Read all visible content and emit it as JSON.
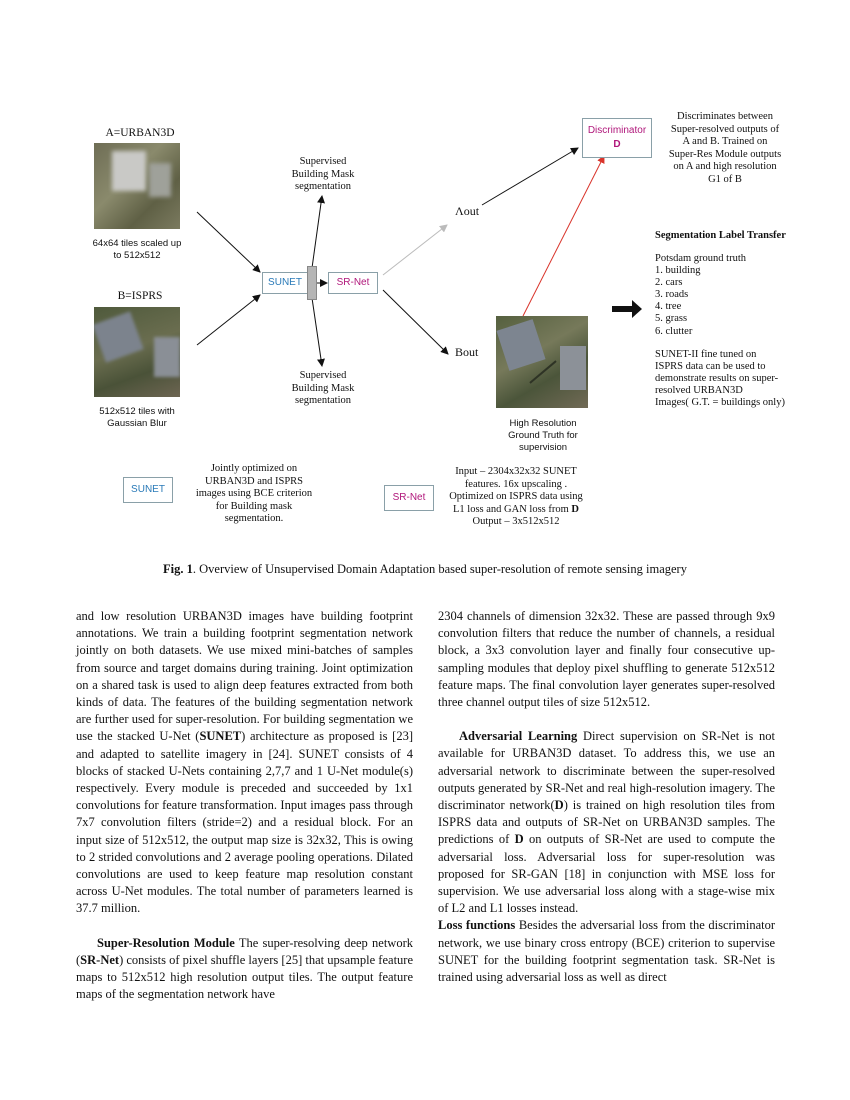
{
  "figure": {
    "label_a": "A=URBAN3D",
    "tile_a_caption": [
      "64x64 tiles scaled up",
      "to 512x512"
    ],
    "label_b": "B=ISPRS",
    "tile_b_caption": [
      "512x512 tiles with",
      "Gaussian Blur"
    ],
    "seg_top": [
      "Supervised",
      "Building Mask",
      "segmentation"
    ],
    "seg_bottom": [
      "Supervised",
      "Building Mask",
      "segmentation"
    ],
    "sunet_box": "SUNET",
    "srnet_box": "SR-Net",
    "a_out": "Λout",
    "b_out": "Bout",
    "disc_box_line1": "Discriminator",
    "disc_box_line2": "D",
    "disc_desc": [
      "Discriminates between",
      "Super-resolved outputs of",
      "A and B. Trained on",
      "Super-Res Module outputs",
      "on A and high resolution",
      "G1 of B"
    ],
    "hr_caption": [
      "High Resolution",
      "Ground Truth for",
      "supervision"
    ],
    "label_transfer_title": "Segmentation Label Transfer",
    "potsdam": "Potsdam ground truth",
    "classes": [
      "1.  building",
      "2.  cars",
      "3.  roads",
      "4.  tree",
      "5.  grass",
      "6.  clutter"
    ],
    "sunet2_note": [
      "SUNET-II fine tuned on",
      "ISPRS  data can be used to",
      "demonstrate results on super-",
      "resolved URBAN3D",
      "Images( G.T. = buildings only)"
    ],
    "legend_sunet": "SUNET",
    "legend_sunet_desc": [
      "Jointly optimized on",
      "URBAN3D and ISPRS",
      "images using BCE criterion",
      "for Building mask",
      "segmentation."
    ],
    "legend_srnet": "SR-Net",
    "legend_srnet_desc_1": "Input – 2304x32x32 SUNET",
    "legend_srnet_desc_2": "features. 16x upscaling .",
    "legend_srnet_desc_3": "Optimized on ISPRS data using",
    "legend_srnet_desc_4a": "L1 loss and GAN loss from ",
    "legend_srnet_desc_4b": "D",
    "legend_srnet_desc_5": "Output – 3x512x512",
    "colors": {
      "sunet": "#2a7ab8",
      "srnet": "#b0167a",
      "disc": "#b0167a",
      "red_arrow": "#d9342b"
    }
  },
  "caption": {
    "label": "Fig. 1",
    "text": ". Overview of Unsupervised Domain Adaptation based super-resolution of remote sensing imagery"
  },
  "left_col": {
    "p1_a": "and low resolution URBAN3D images have building footprint annotations. We train a building footprint segmentation network jointly on both datasets. We use mixed mini-batches of samples from source and target domains during training. Joint optimization on a shared task is used to align deep features extracted from both kinds of data. The features of the building segmentation network are further used for super-resolution. For building segmentation we use the stacked U-Net (",
    "p1_b": "SUNET",
    "p1_c": ") architecture as proposed is [23] and adapted to satellite imagery in [24]. SUNET consists of 4 blocks of stacked U-Nets containing 2,7,7 and 1 U-Net module(s) respectively. Every module is preceded and succeeded by 1x1 convolutions for feature transformation. Input images pass through 7x7 convolution filters (stride=2) and a residual block. For an input size of 512x512, the output map size is 32x32, This is owing to 2 strided convolutions and 2 average pooling operations. Dilated convolutions are used to keep feature map resolution constant across U-Net modules. The total number of parameters learned is 37.7 million.",
    "p2_head": "Super-Resolution Module",
    "p2_a": " The super-resolving deep network (",
    "p2_b": "SR-Net",
    "p2_c": ") consists of pixel shuffle layers [25] that upsample feature maps to 512x512 high resolution output tiles. The output feature maps of the segmentation network have"
  },
  "right_col": {
    "p1": "2304 channels of dimension 32x32. These are passed through 9x9 convolution filters that reduce the number of channels, a residual block, a 3x3 convolution layer and finally four consecutive up-sampling modules that deploy pixel shuffling to generate 512x512 feature maps. The final convolution layer generates super-resolved three channel output tiles of size 512x512.",
    "p2_head": "Adversarial Learning",
    "p2_a": " Direct supervision on SR-Net is not available for URBAN3D dataset. To address this, we use an adversarial network to discriminate between the super-resolved outputs generated by SR-Net and real high-resolution imagery. The discriminator network(",
    "p2_b": "D",
    "p2_c": ") is trained on high resolution tiles from ISPRS data and outputs of SR-Net on URBAN3D samples. The predictions of ",
    "p2_d": "D",
    "p2_e": " on outputs of SR-Net are used to compute the adversarial loss. Adversarial loss for super-resolution was proposed for SR-GAN [18] in conjunction with MSE loss for supervision. We use adversarial loss along with a stage-wise mix of L2 and L1 losses instead.",
    "p3_head": "Loss functions",
    "p3_a": " Besides the adversarial loss from the discriminator network, we use binary cross entropy (BCE) criterion to supervise SUNET for the building footprint segmentation task. SR-Net is trained using adversarial loss as well as direct"
  }
}
